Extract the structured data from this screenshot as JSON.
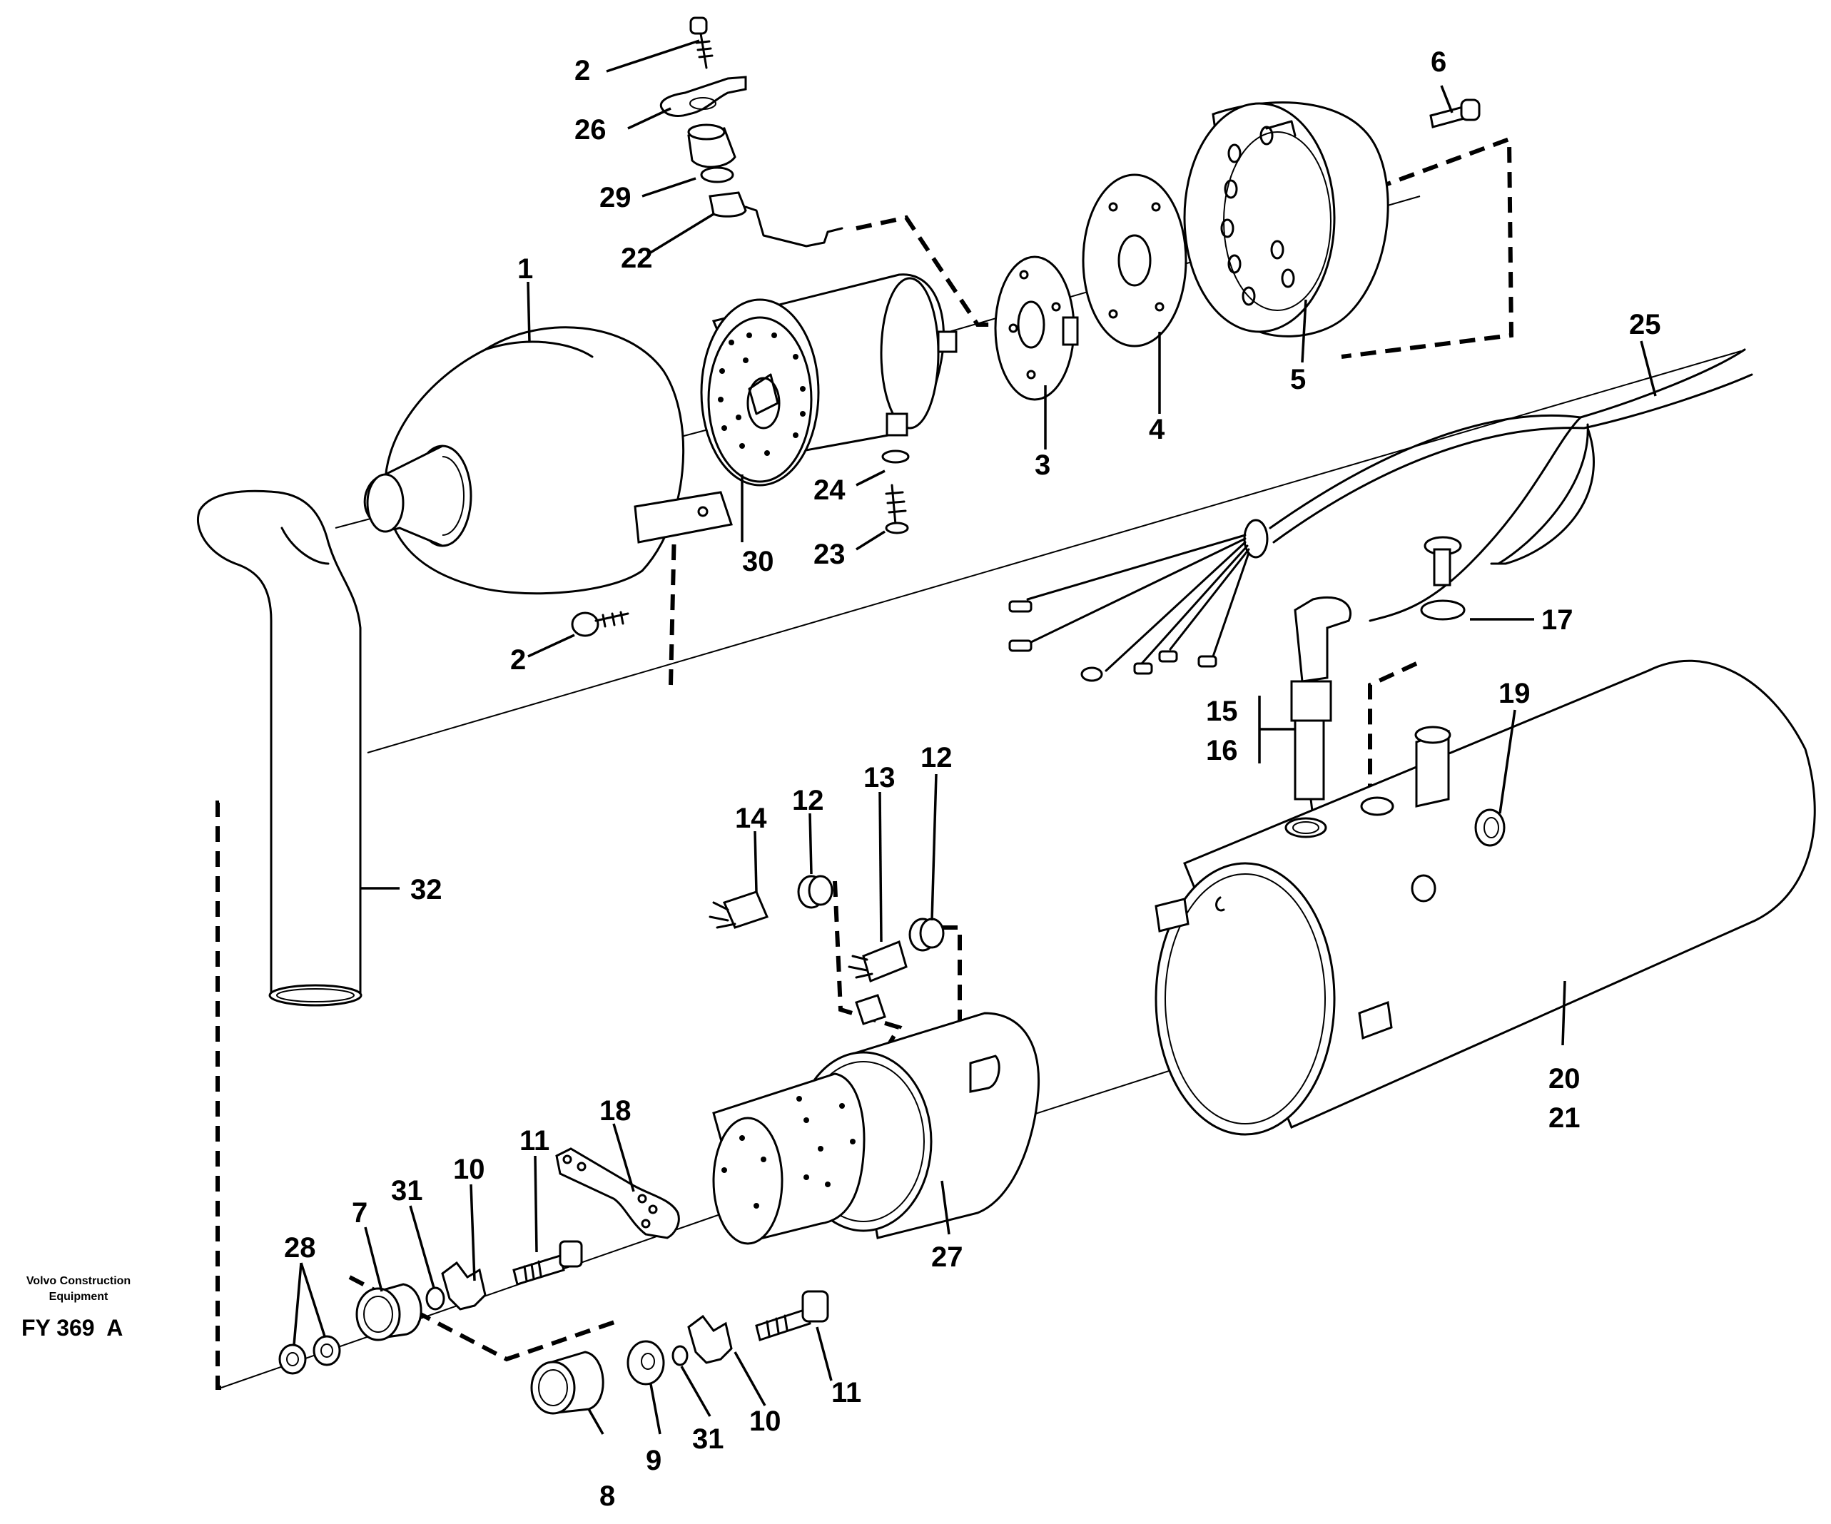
{
  "brand": {
    "line1": "Volvo Construction",
    "line2": "Equipment",
    "figure_code": "FY 369  A"
  },
  "callouts": [
    {
      "id": "c2a",
      "text": "2"
    },
    {
      "id": "c26",
      "text": "26"
    },
    {
      "id": "c29",
      "text": "29"
    },
    {
      "id": "c22",
      "text": "22"
    },
    {
      "id": "c1",
      "text": "1"
    },
    {
      "id": "c6",
      "text": "6"
    },
    {
      "id": "c5",
      "text": "5"
    },
    {
      "id": "c4",
      "text": "4"
    },
    {
      "id": "c3",
      "text": "3"
    },
    {
      "id": "c30",
      "text": "30"
    },
    {
      "id": "c24",
      "text": "24"
    },
    {
      "id": "c23",
      "text": "23"
    },
    {
      "id": "c2b",
      "text": "2"
    },
    {
      "id": "c25",
      "text": "25"
    },
    {
      "id": "c17",
      "text": "17"
    },
    {
      "id": "c15",
      "text": "15"
    },
    {
      "id": "c16",
      "text": "16"
    },
    {
      "id": "c19",
      "text": "19"
    },
    {
      "id": "c32",
      "text": "32"
    },
    {
      "id": "c14",
      "text": "14"
    },
    {
      "id": "c12a",
      "text": "12"
    },
    {
      "id": "c13",
      "text": "13"
    },
    {
      "id": "c12b",
      "text": "12"
    },
    {
      "id": "c20",
      "text": "20"
    },
    {
      "id": "c21",
      "text": "21"
    },
    {
      "id": "c18",
      "text": "18"
    },
    {
      "id": "c11a",
      "text": "11"
    },
    {
      "id": "c10a",
      "text": "10"
    },
    {
      "id": "c31a",
      "text": "31"
    },
    {
      "id": "c7",
      "text": "7"
    },
    {
      "id": "c28",
      "text": "28"
    },
    {
      "id": "c27",
      "text": "27"
    },
    {
      "id": "c11b",
      "text": "11"
    },
    {
      "id": "c10b",
      "text": "10"
    },
    {
      "id": "c31b",
      "text": "31"
    },
    {
      "id": "c9",
      "text": "9"
    },
    {
      "id": "c8",
      "text": "8"
    }
  ]
}
